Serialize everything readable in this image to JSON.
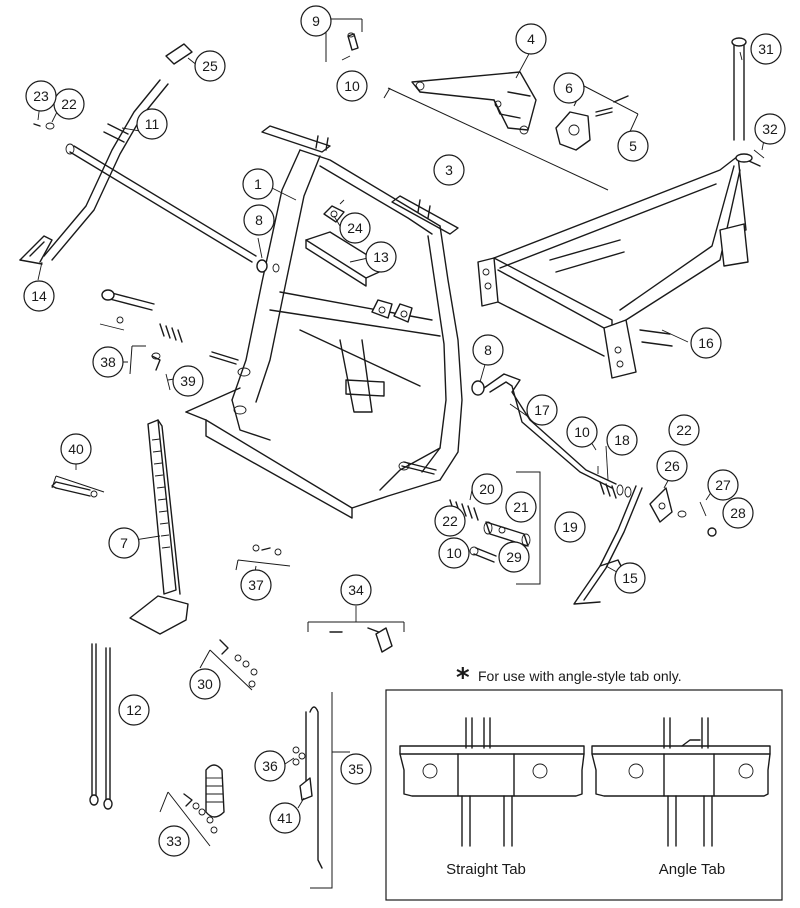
{
  "callouts": [
    {
      "id": "1",
      "label": "1"
    },
    {
      "id": "3",
      "label": "3"
    },
    {
      "id": "4",
      "label": "4"
    },
    {
      "id": "5",
      "label": "5"
    },
    {
      "id": "6",
      "label": "6"
    },
    {
      "id": "7",
      "label": "7"
    },
    {
      "id": "8a",
      "label": "8"
    },
    {
      "id": "8b",
      "label": "8"
    },
    {
      "id": "9",
      "label": "9"
    },
    {
      "id": "10a",
      "label": "10"
    },
    {
      "id": "10b",
      "label": "10"
    },
    {
      "id": "10c",
      "label": "10"
    },
    {
      "id": "11",
      "label": "11"
    },
    {
      "id": "12",
      "label": "12"
    },
    {
      "id": "13",
      "label": "13"
    },
    {
      "id": "14",
      "label": "14"
    },
    {
      "id": "15",
      "label": "15"
    },
    {
      "id": "16",
      "label": "16"
    },
    {
      "id": "17",
      "label": "17"
    },
    {
      "id": "18",
      "label": "18"
    },
    {
      "id": "19",
      "label": "19"
    },
    {
      "id": "20",
      "label": "20"
    },
    {
      "id": "21",
      "label": "21"
    },
    {
      "id": "22a",
      "label": "22"
    },
    {
      "id": "22b",
      "label": "22"
    },
    {
      "id": "22c",
      "label": "22"
    },
    {
      "id": "23",
      "label": "23"
    },
    {
      "id": "24",
      "label": "24"
    },
    {
      "id": "25",
      "label": "25"
    },
    {
      "id": "26",
      "label": "26"
    },
    {
      "id": "27",
      "label": "27"
    },
    {
      "id": "28",
      "label": "28"
    },
    {
      "id": "29",
      "label": "29"
    },
    {
      "id": "30",
      "label": "30"
    },
    {
      "id": "31",
      "label": "31"
    },
    {
      "id": "32",
      "label": "32"
    },
    {
      "id": "33",
      "label": "33"
    },
    {
      "id": "34",
      "label": "34"
    },
    {
      "id": "35",
      "label": "35"
    },
    {
      "id": "36",
      "label": "36"
    },
    {
      "id": "37",
      "label": "37"
    },
    {
      "id": "38",
      "label": "38"
    },
    {
      "id": "39",
      "label": "39"
    },
    {
      "id": "40",
      "label": "40"
    },
    {
      "id": "41",
      "label": "41"
    }
  ],
  "footnote": {
    "symbol": "*",
    "text": "For use with angle-style tab only."
  },
  "detail": {
    "straight_label": "Straight Tab",
    "angle_label": "Angle Tab"
  },
  "colors": {
    "line": "#1a1a1a",
    "background": "#ffffff"
  }
}
